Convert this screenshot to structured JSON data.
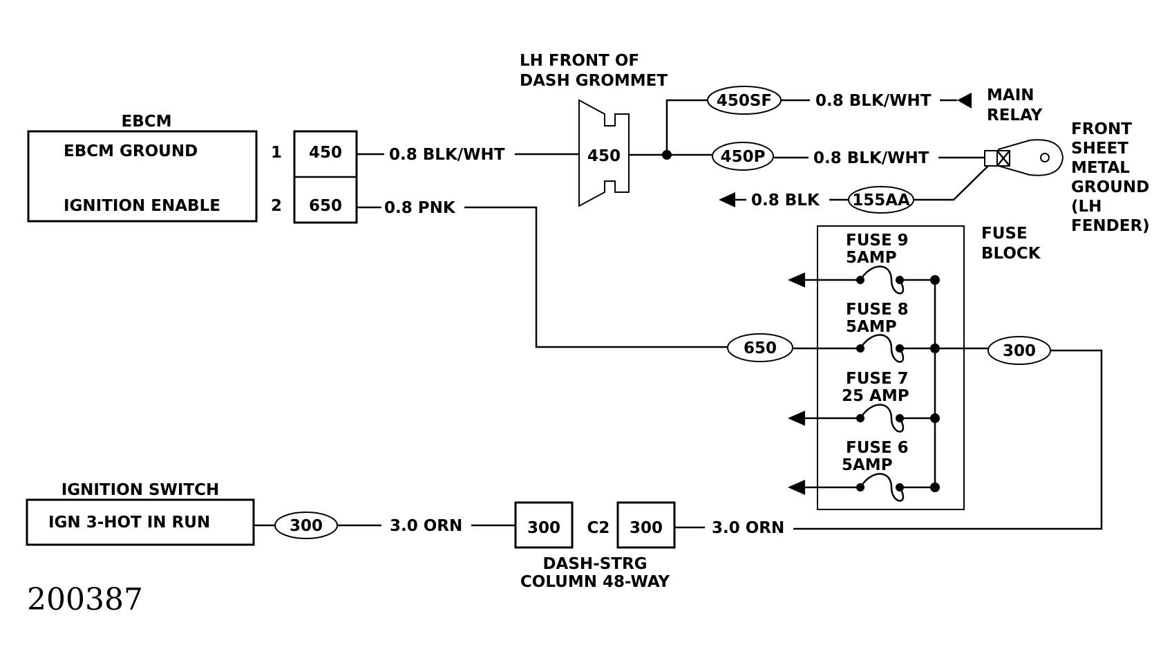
{
  "ebcm": {
    "title": "EBCM",
    "ground": "EBCM GROUND",
    "enable": "IGNITION ENABLE",
    "pin1": "1",
    "pin2": "2",
    "term1": "450",
    "term2": "650"
  },
  "grommet": {
    "title_line1": "LH FRONT OF",
    "title_line2": "DASH GROMMET",
    "circuit": "450"
  },
  "wires": {
    "ebcm_ground": "0.8 BLK/WHT",
    "ebcm_enable": "0.8 PNK",
    "to_relay": "0.8 BLK/WHT",
    "to_ground": "0.8 BLK/WHT",
    "blk_out": "0.8 BLK",
    "ign_out": "3.0 ORN",
    "c2_out": "3.0 ORN"
  },
  "splices": {
    "s450sf": "450SF",
    "s450p": "450P",
    "s155aa": "155AA",
    "s650": "650",
    "s300_right": "300",
    "s300_ign": "300"
  },
  "relay": {
    "line1": "MAIN",
    "line2": "RELAY"
  },
  "ground_point": {
    "line1": "FRONT",
    "line2": "SHEET",
    "line3": "METAL",
    "line4": "GROUND",
    "line5": "(LH",
    "line6": "FENDER)"
  },
  "fuse_block": {
    "title_line1": "FUSE",
    "title_line2": "BLOCK",
    "fuses": [
      {
        "name": "FUSE 9",
        "rating": "5AMP"
      },
      {
        "name": "FUSE 8",
        "rating": "5AMP"
      },
      {
        "name": "FUSE 7",
        "rating": "25 AMP"
      },
      {
        "name": "FUSE 6",
        "rating": "5AMP"
      }
    ]
  },
  "ignition": {
    "title": "IGNITION SWITCH",
    "label": "IGN 3-HOT IN RUN"
  },
  "connector": {
    "left": "300",
    "name": "C2",
    "right": "300",
    "caption_line1": "DASH-STRG",
    "caption_line2": "COLUMN 48-WAY"
  },
  "figure_number": "200387"
}
